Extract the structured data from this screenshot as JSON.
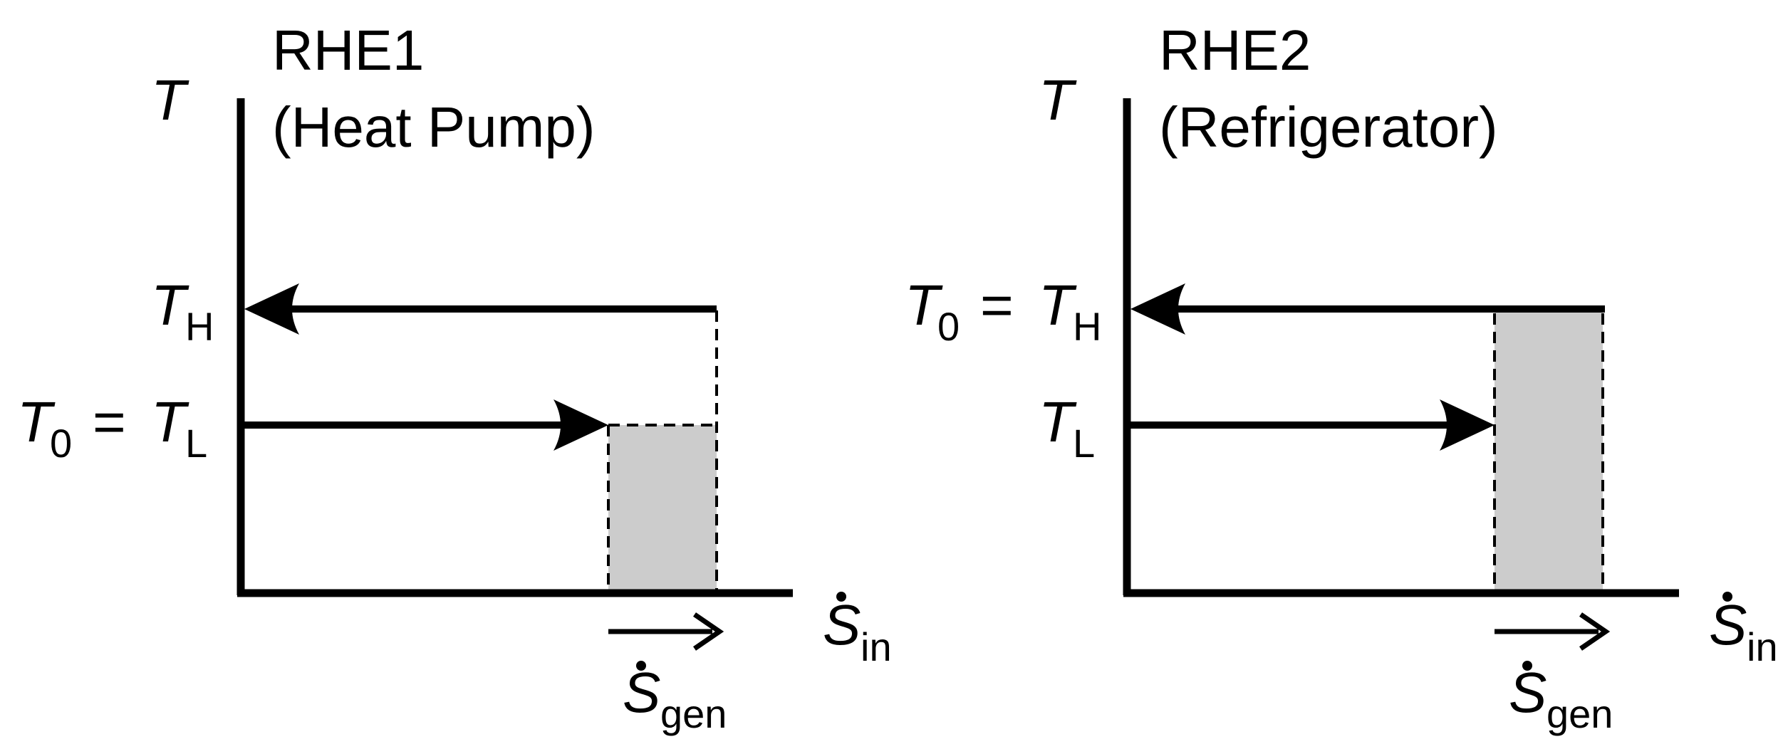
{
  "colors": {
    "ink": "#000000",
    "shade": "#cccccc",
    "background": "#ffffff"
  },
  "panel1": {
    "title_line1": "RHE1",
    "title_line2": "(Heat Pump)",
    "y_axis_var": "T",
    "upper_level": {
      "var": "T",
      "sub": "H"
    },
    "lower_level": {
      "lhs_var": "T",
      "lhs_sub": "0",
      "equals": "=",
      "var": "T",
      "sub": "L"
    },
    "x_axis": {
      "var": "S",
      "sub": "in"
    },
    "gen_label": {
      "var": "S",
      "sub": "gen"
    }
  },
  "panel2": {
    "title_line1": "RHE2",
    "title_line2": "(Refrigerator)",
    "y_axis_var": "T",
    "upper_level": {
      "lhs_var": "T",
      "lhs_sub": "0",
      "equals": "=",
      "var": "T",
      "sub": "H"
    },
    "lower_level": {
      "var": "T",
      "sub": "L"
    },
    "x_axis": {
      "var": "S",
      "sub": "in"
    },
    "gen_label": {
      "var": "S",
      "sub": "gen"
    }
  }
}
